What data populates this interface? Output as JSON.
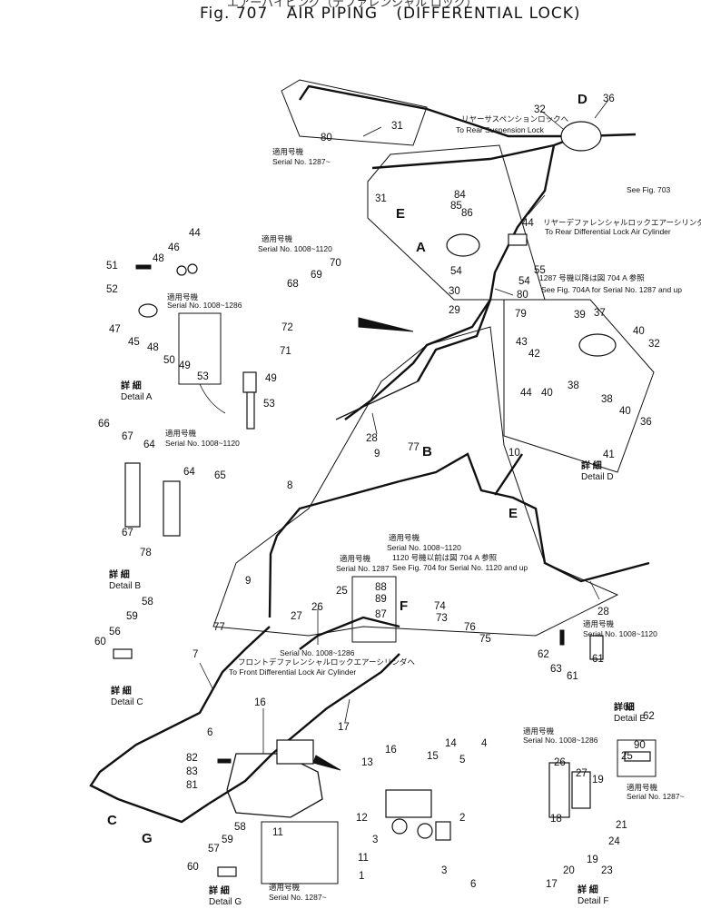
{
  "header": {
    "japanese_title": "エアーパイピング（デファレンシャル ロック）",
    "fig_label": "Fig. 707",
    "title_main": "AIR PIPING",
    "title_sub": "(DIFFERENTIAL LOCK)"
  },
  "part_numbers": [
    "1",
    "2",
    "3",
    "3",
    "4",
    "5",
    "6",
    "6",
    "7",
    "8",
    "9",
    "9",
    "10",
    "11",
    "11",
    "12",
    "13",
    "14",
    "15",
    "16",
    "16",
    "17",
    "17",
    "18",
    "19",
    "19",
    "20",
    "21",
    "23",
    "24",
    "25",
    "25",
    "26",
    "26",
    "27",
    "27",
    "28",
    "28",
    "29",
    "30",
    "31",
    "31",
    "32",
    "32",
    "36",
    "36",
    "37",
    "38",
    "38",
    "39",
    "40",
    "40",
    "40",
    "41",
    "42",
    "43",
    "44",
    "44",
    "44",
    "45",
    "46",
    "47",
    "48",
    "48",
    "49",
    "49",
    "50",
    "51",
    "52",
    "53",
    "53",
    "54",
    "54",
    "55",
    "56",
    "57",
    "58",
    "58",
    "59",
    "59",
    "60",
    "60",
    "61",
    "61",
    "62",
    "62",
    "63",
    "63",
    "64",
    "64",
    "65",
    "66",
    "67",
    "67",
    "68",
    "69",
    "70",
    "71",
    "72",
    "73",
    "74",
    "75",
    "76",
    "77",
    "77",
    "78",
    "79",
    "80",
    "80",
    "81",
    "82",
    "83",
    "84",
    "85",
    "86",
    "87",
    "88",
    "89",
    "90"
  ],
  "view_markers": [
    "A",
    "B",
    "C",
    "D",
    "E",
    "F",
    "G"
  ],
  "notes": {
    "rear_suspension_jp": "リヤーサスペンションロックへ",
    "rear_suspension_en": "To Rear Suspension Lock",
    "rear_diff_jp": "リヤーデファレンシャルロックエアーシリンダへ",
    "rear_diff_en": "To Rear Differential Lock Air Cylinder",
    "front_diff_jp": "フロントデファレンシャルロックエアーシリンダへ",
    "front_diff_en": "To Front Differential Lock Air Cylinder",
    "see_fig_703": "See Fig. 703",
    "see_fig_704a_jp": "1287 号機以降は図 704 A 参照",
    "see_fig_704a_en": "See Fig. 704A for Serial No. 1287 and up",
    "see_fig_704_jp": "1120 号機以前は図 704 A 参照",
    "see_fig_704_en": "See Fig. 704 for Serial No. 1120 and up"
  },
  "serials": {
    "label_jp": "適用号機",
    "s1287_up": "Serial No. 1287~",
    "s1008_1120": "Serial No. 1008~1120",
    "s1008_1286": "Serial No. 1008~1286",
    "s1287": "Serial No. 1287"
  },
  "details": {
    "label_jp": "詳 細",
    "a": "Detail A",
    "b": "Detail B",
    "c": "Detail C",
    "d": "Detail D",
    "e": "Detail E",
    "f": "Detail F",
    "g": "Detail G"
  }
}
